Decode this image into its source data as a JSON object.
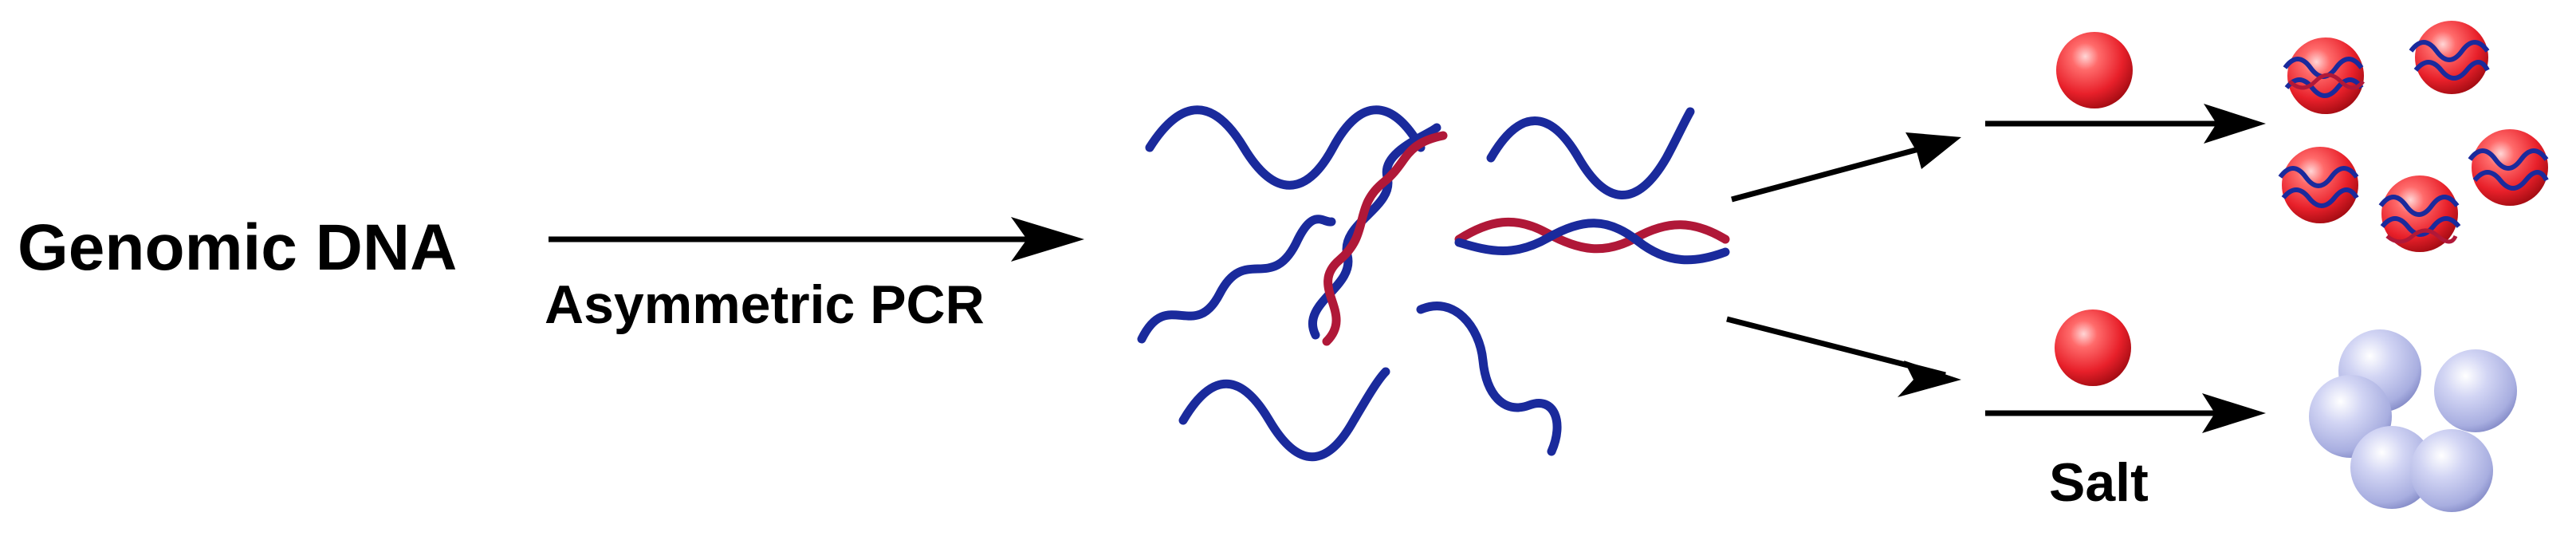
{
  "labels": {
    "source": "Genomic DNA",
    "process": "Asymmetric PCR",
    "salt": "Salt"
  },
  "colors": {
    "strand_primary": "#1a2a9c",
    "strand_secondary": "#b01838",
    "gold_particle": "#e8202a",
    "aggregated_particle": "#a8aee0",
    "arrow": "#000000"
  }
}
